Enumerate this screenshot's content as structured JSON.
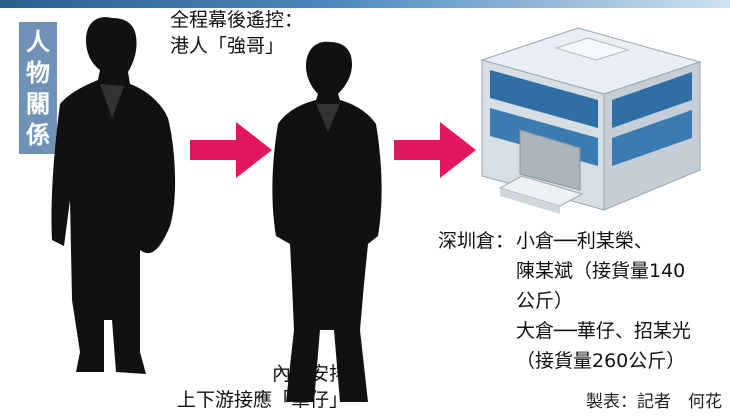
{
  "badge": {
    "chars": [
      "人",
      "物",
      "關",
      "係"
    ]
  },
  "boss_label": [
    "全程幕後遙控：",
    "港人「強哥」"
  ],
  "middle_label": [
    "內地安排",
    "上下游接應「華仔」"
  ],
  "destination": {
    "heading": "深圳倉：",
    "lines": [
      "小倉──利某榮、",
      "陳某斌（接貨量140",
      "公斤）",
      "大倉──華仔、招某光",
      "（接貨量260公斤）"
    ]
  },
  "credit": "製表：記者　何花",
  "colors": {
    "arrow": "#e3175f",
    "badge": "#6f93b6",
    "silhouette": "#111111"
  },
  "icons": [
    "man-in-suit-silhouette-icon",
    "man-in-shirt-silhouette-icon",
    "warehouse-building-icon",
    "arrow-right-icon"
  ]
}
